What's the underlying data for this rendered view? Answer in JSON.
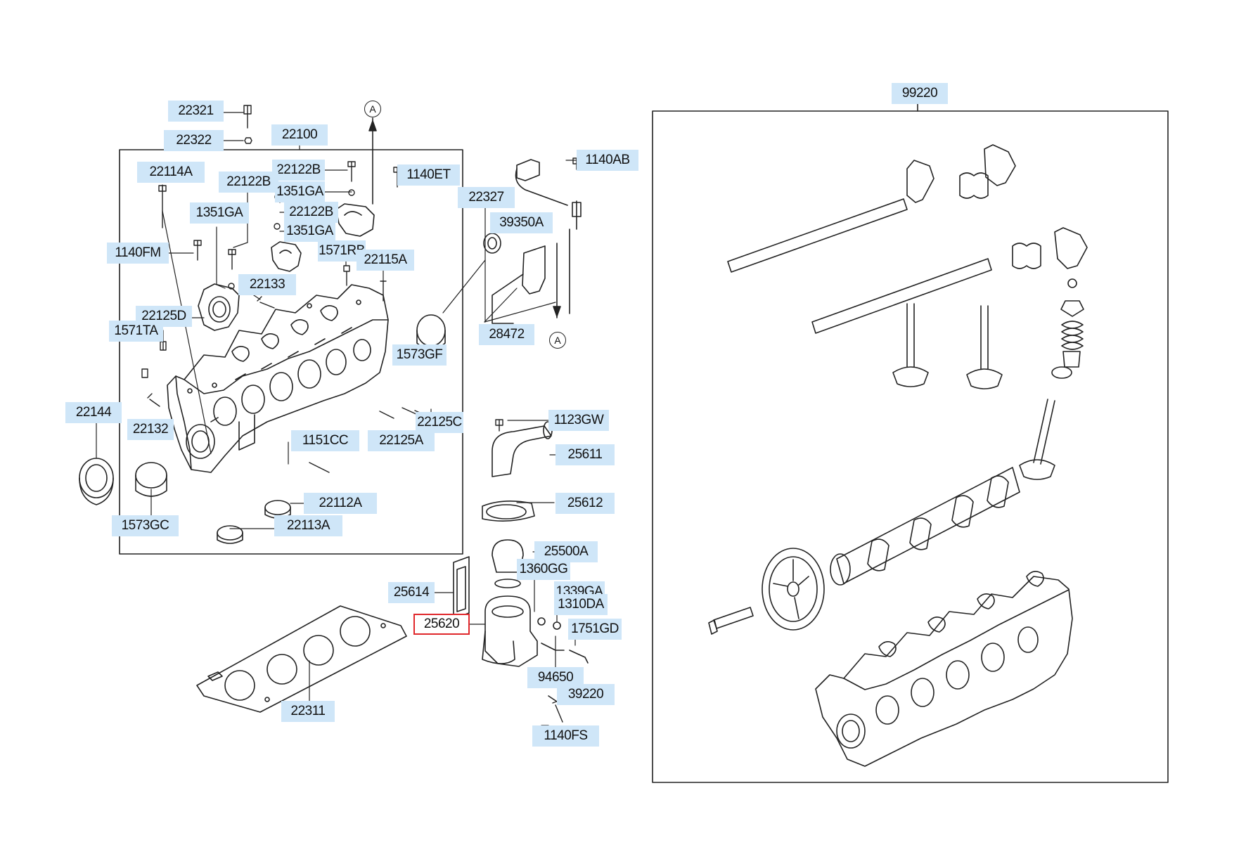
{
  "diagram": {
    "selected_part": "25620",
    "markers": {
      "ref_a_top": "A",
      "ref_a_bottom": "A"
    },
    "labels": {
      "p22321": "22321",
      "p22322": "22322",
      "p22100": "22100",
      "p22114A": "22114A",
      "p22122B_a": "22122B",
      "p22122B_b": "22122B",
      "p22122B_c": "22122B",
      "p1140ET": "1140ET",
      "p1351GA_a": "1351GA",
      "p1351GA_b": "1351GA",
      "p1351GA_c": "1351GA",
      "p1140FM": "1140FM",
      "p1571RB": "1571RB",
      "p22115A": "22115A",
      "p22133": "22133",
      "p22125D": "22125D",
      "p1571TA": "1571TA",
      "p1573GF": "1573GF",
      "p22144": "22144",
      "p22132": "22132",
      "p1151CC": "1151CC",
      "p22125A": "22125A",
      "p22125C": "22125C",
      "p1573GC": "1573GC",
      "p22112A": "22112A",
      "p22113A": "22113A",
      "p22327": "22327",
      "p39350A": "39350A",
      "p1140AB": "1140AB",
      "p28472": "28472",
      "p1123GW": "1123GW",
      "p25611": "25611",
      "p25612": "25612",
      "p25500A": "25500A",
      "p1360GG": "1360GG",
      "p1339GA": "1339GA",
      "p1310DA": "1310DA",
      "p25614": "25614",
      "p25620": "25620",
      "p1751GD": "1751GD",
      "p94650": "94650",
      "p39220": "39220",
      "p1140FS": "1140FS",
      "p22311": "22311",
      "p99220": "99220"
    }
  }
}
